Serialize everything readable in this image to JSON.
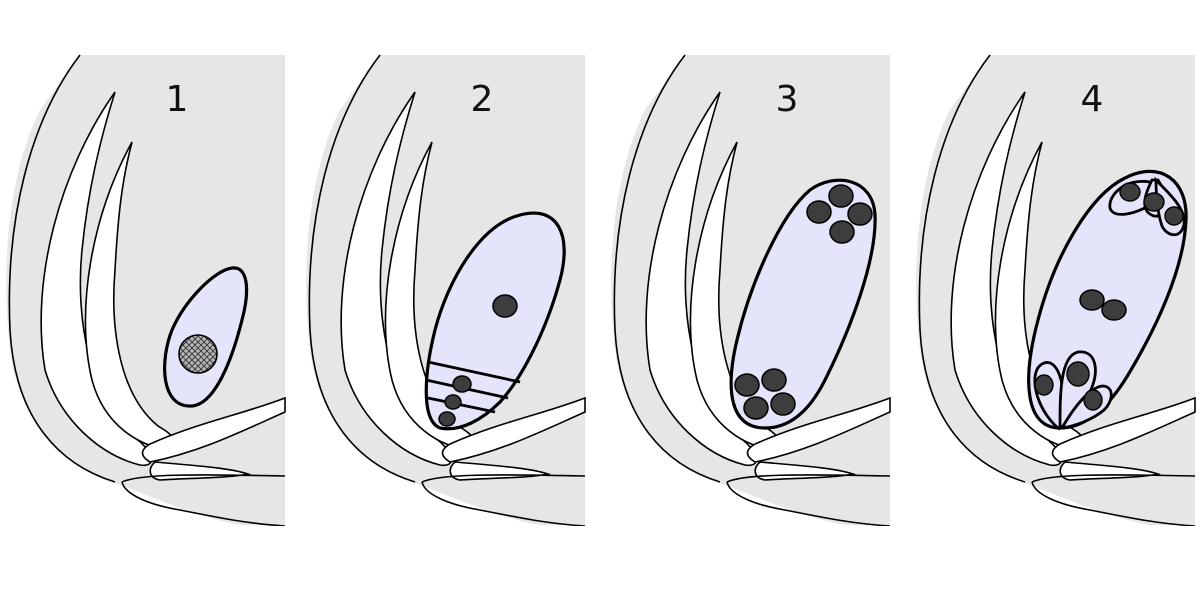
{
  "panels": [
    {
      "label": "1"
    },
    {
      "label": "2"
    },
    {
      "label": "3"
    },
    {
      "label": "4"
    }
  ],
  "colors": {
    "tissue": "#e6e6e6",
    "sac": "#e4e4fb",
    "nucleus": "#3d3d3d",
    "outline": "#000000",
    "mother_cell_fill": "#a9a9a9"
  }
}
